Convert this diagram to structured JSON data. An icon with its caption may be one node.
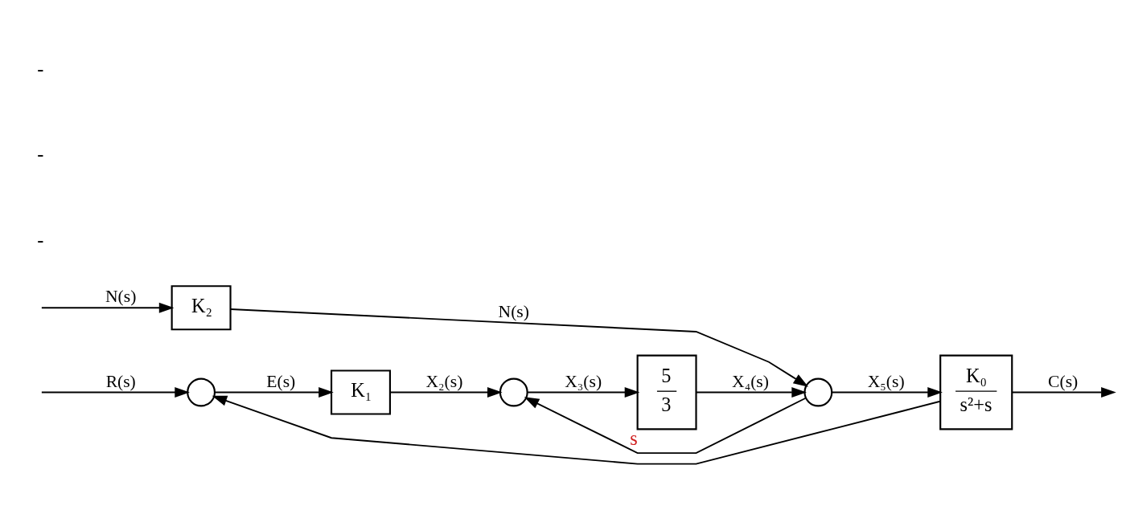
{
  "diagram": {
    "nodes": [
      {
        "text": [],
        "shape": "circle"
      },
      {
        "text": [
          "K₁"
        ]
      },
      {
        "text": [],
        "shape": "circle"
      },
      {
        "text": [
          "5",
          "3"
        ],
        "beside": [
          "s"
        ]
      },
      {
        "text": [],
        "shape": "circle"
      },
      {
        "text": [
          "K₂"
        ]
      },
      {
        "text": [
          "K₀",
          "s²+s"
        ]
      }
    ],
    "edges": [
      {
        "from": null,
        "to": 0,
        "arrow": "to",
        "label": "R(s)"
      },
      {
        "from": 0,
        "to": 1,
        "arrow": "to",
        "label": "E(s)"
      },
      {
        "from": 1,
        "to": 2,
        "arrow": "to",
        "label": "X₂(s)"
      },
      {
        "from": 2,
        "to": 3,
        "arrow": "to",
        "label": "X₃(s)"
      },
      {
        "from": 3,
        "to": 4,
        "arrow": "to",
        "label": "X₄(s)"
      },
      {
        "from": null,
        "to": 5,
        "arrow": "to",
        "label": "N(s)"
      },
      {
        "from": 5,
        "to": 4,
        "arrow": "to",
        "label": "N(s)"
      },
      {
        "from": 4,
        "to": 6,
        "arrow": "to",
        "label": "X₅(s)"
      },
      {
        "from": 6,
        "to": null,
        "arrow": "to",
        "label": "C(s)"
      },
      {
        "from": 4,
        "to": 2,
        "arrow": "to"
      },
      {
        "from": 6,
        "to": 0,
        "arrow": "to"
      }
    ],
    "labels": [
      "-",
      "-",
      "-"
    ]
  }
}
